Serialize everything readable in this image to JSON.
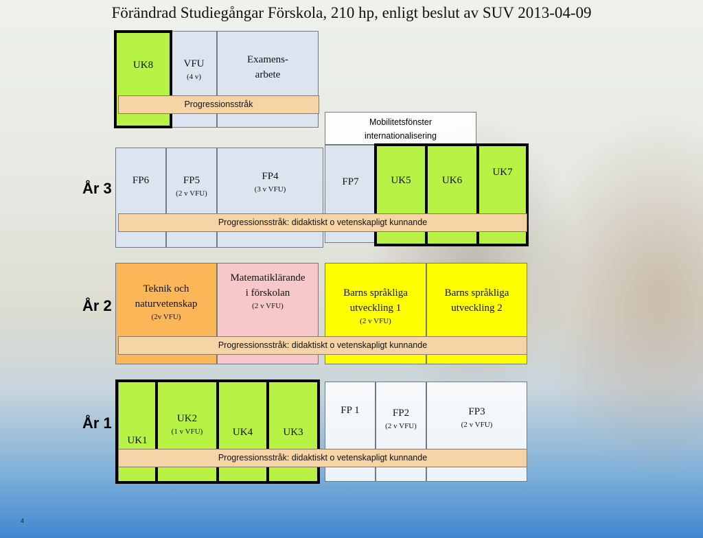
{
  "title": "Förändrad Studiegångar Förskola, 210 hp, enligt beslut av SUV 2013-04-09",
  "slide_number": "4",
  "years": {
    "y3": "År 3",
    "y2": "År 2",
    "y1": "År 1"
  },
  "top": {
    "uk8": "UK8",
    "vfu": "VFU",
    "vfu_sub": "(4 v)",
    "exam_line1": "Examens-",
    "exam_line2": "arbete",
    "band": "Progressionsstråk"
  },
  "mobility": {
    "line1": "Mobilitetsfönster",
    "line2": "internationalisering"
  },
  "year3": {
    "fp6": "FP6",
    "fp5": "FP5",
    "fp5_sub": "(2 v VFU)",
    "fp4": "FP4",
    "fp4_sub": "(3 v VFU)",
    "fp7": "FP7",
    "uk5": "UK5",
    "uk6": "UK6",
    "uk7": "UK7",
    "band": "Progressionsstråk: didaktiskt o vetenskapligt  kunnande"
  },
  "year2": {
    "teknik_line1": "Teknik  och",
    "teknik_line2": "naturvetenskap",
    "teknik_sub": "(2v VFU)",
    "mat_line1": "Matematiklärande",
    "mat_line2": "i förskolan",
    "mat_sub": "(2 v VFU)",
    "barn1_line1": "Barns  språkliga",
    "barn1_line2": "utveckling  1",
    "barn1_sub": "(2 v VFU)",
    "barn2_line1": "Barns  språkliga",
    "barn2_line2": "utveckling  2",
    "band": "Progressionsstråk: didaktiskt o vetenskapligt  kunnande"
  },
  "year1": {
    "uk1": "UK1",
    "uk2": "UK2",
    "uk2_sub": "(1 v VFU)",
    "uk4": "UK4",
    "uk3": "UK3",
    "fp1": "FP 1",
    "fp2": "FP2",
    "fp2_sub": "(2 v VFU)",
    "fp3": "FP3",
    "fp3_sub": "(2 v VFU)",
    "band": "Progressionsstråk: didaktiskt o vetenskapligt  kunnande"
  },
  "colors": {
    "green": "#b7f244",
    "blue_grey": "#dce5ef",
    "orange": "#fbb757",
    "pink": "#f7c8c8",
    "yellow": "#ffff00",
    "band": "#f6d4a6"
  }
}
